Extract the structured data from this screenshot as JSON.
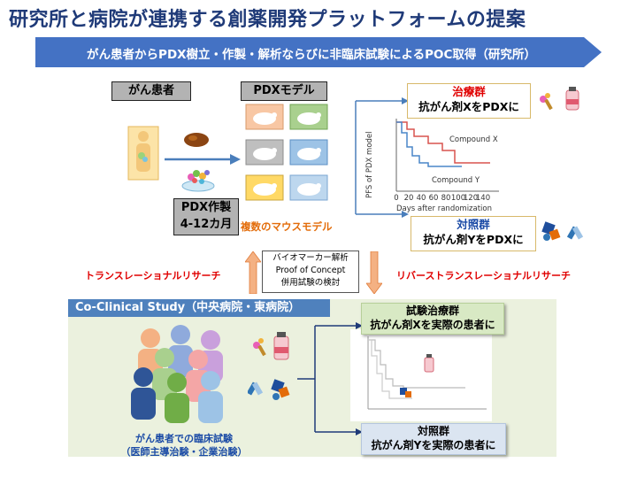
{
  "title": "研究所と病院が連携する創薬開発プラットフォームの提案",
  "banner": "がん患者からPDX樹立・作製・解析ならびに非臨床試験によるPOC取得（研究所）",
  "labels": {
    "patient": "がん患者",
    "pdx_model": "PDXモデル",
    "pdx_make_line1": "PDX作製",
    "pdx_make_line2": "4-12カ月",
    "multiple_mice": "複数のマウスモデル"
  },
  "treatment_group": {
    "title": "治療群",
    "text": "抗がん剤XをPDXに"
  },
  "control_group": {
    "title": "対照群",
    "text": "抗がん剤YをPDXに"
  },
  "pdx_chart": {
    "ylabel": "PFS of PDX model",
    "xlabel": "Days after randomization",
    "series_x_label": "Compound X",
    "series_y_label": "Compound Y",
    "ticks": [
      "0",
      "20",
      "40",
      "60",
      "80",
      "100",
      "120",
      "140"
    ]
  },
  "translational": "トランスレーショナルリサーチ",
  "reverse_translational": "リバーストランスレーショナルリサーチ",
  "biomarker": {
    "line1": "バイオマーカー解析",
    "line2": "Proof of Concept",
    "line3": "併用試験の検討"
  },
  "coclinical": {
    "header": "Co-Clinical Study（中央病院・東病院）",
    "trial_group": {
      "line1": "試験治療群",
      "line2": "抗がん剤Xを実際の患者に"
    },
    "control_group": {
      "line1": "対照群",
      "line2": "抗がん剤Yを実際の患者に"
    },
    "patients_line1": "がん患者での臨床試験",
    "patients_line2": "（医師主導治験・企業治験）"
  },
  "colors": {
    "title": "#1f3a78",
    "banner": "#4472c4",
    "accent_red": "#e00000",
    "accent_blue": "#1b4ba6",
    "orange": "#e36c09",
    "arrow": "#4a7ebb"
  }
}
